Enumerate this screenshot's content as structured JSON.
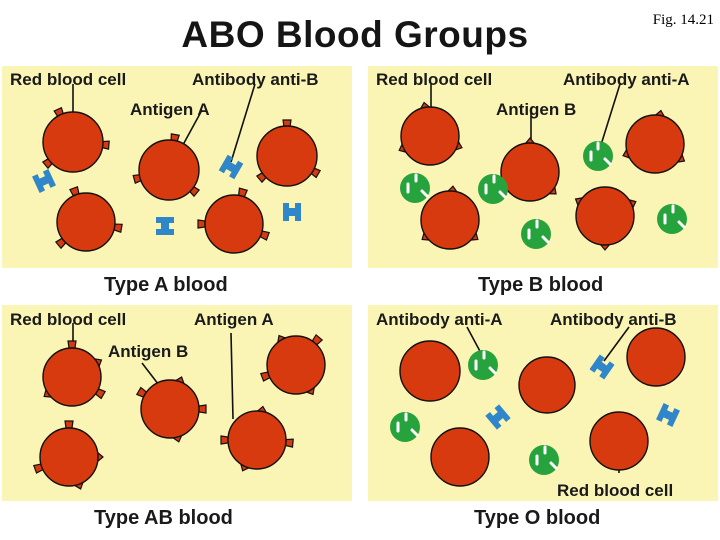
{
  "title": "ABO Blood Groups",
  "figure_label": "Fig. 14.21",
  "panels": {
    "type_a": {
      "caption": "Type A blood",
      "label_red_blood_cell": "Red blood cell",
      "label_antibody": "Antibody anti-B",
      "label_antigen": "Antigen A"
    },
    "type_b": {
      "caption": "Type B blood",
      "label_red_blood_cell": "Red blood cell",
      "label_antibody": "Antibody anti-A",
      "label_antigen": "Antigen B"
    },
    "type_ab": {
      "caption": "Type AB blood",
      "label_red_blood_cell": "Red blood cell",
      "label_antigen_a": "Antigen A",
      "label_antigen_b": "Antigen B"
    },
    "type_o": {
      "caption": "Type O blood",
      "label_antibody_a": "Antibody anti-A",
      "label_antibody_b": "Antibody anti-B",
      "label_red_blood_cell": "Red blood cell"
    }
  },
  "colors": {
    "panel_background": "#fbf5b5",
    "red_blood_cell": "#d63a0e",
    "antibody_anti_b": "#2f86c8",
    "antibody_anti_a": "#27a33e"
  }
}
